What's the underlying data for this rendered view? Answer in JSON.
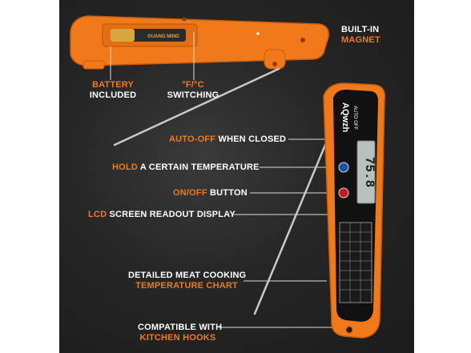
{
  "image": {
    "brand_text": "AQwzh",
    "auto_off_text": "AUTO OFF",
    "battery_text": "GUANG MING",
    "lcd_value": "75.8",
    "colors": {
      "orange": "#f07a1a",
      "background": "#232323",
      "probe": "#c9c9c9"
    }
  },
  "callouts": {
    "magnet": {
      "line1": "BUILT-IN",
      "line2": "MAGNET"
    },
    "battery": {
      "line1": "BATTERY",
      "line2": "INCLUDED"
    },
    "switching": {
      "line1": "°F/°C",
      "line2": "SWITCHING"
    },
    "auto_off": {
      "highlight": "AUTO-OFF",
      "rest": " WHEN CLOSED"
    },
    "hold": {
      "highlight": "HOLD",
      "rest": " A CERTAIN TEMPERATURE"
    },
    "on_off": {
      "highlight": "ON/OFF",
      "rest": " BUTTON"
    },
    "lcd": {
      "highlight": "LCD",
      "rest": " SCREEN READOUT DISPLAY"
    },
    "chart": {
      "line1": "DETAILED MEAT COOKING",
      "line2": "TEMPERATURE CHART"
    },
    "hooks": {
      "line1": "COMPATIBLE WITH",
      "line2": "KITCHEN HOOKS"
    }
  }
}
